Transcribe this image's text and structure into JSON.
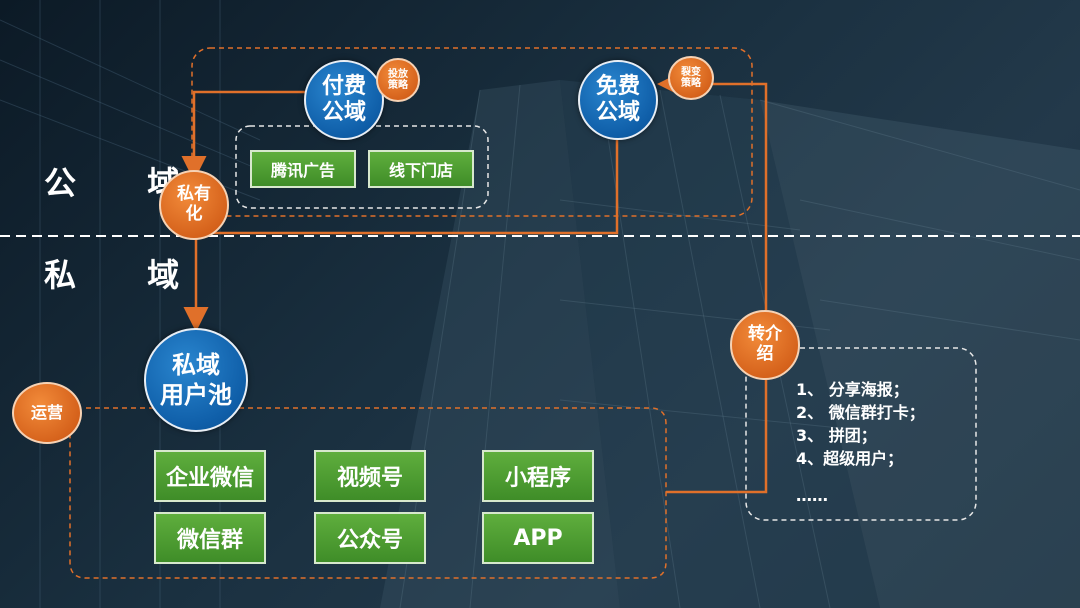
{
  "zones": {
    "public": "公 域",
    "private": "私 域"
  },
  "nodes": {
    "paid_public": [
      "付费",
      "公域"
    ],
    "free_public": [
      "免费",
      "公域"
    ],
    "private_pool": [
      "私域",
      "用户池"
    ],
    "privatize": [
      "私有",
      "化"
    ],
    "referral": [
      "转介",
      "绍"
    ],
    "operation": "运营",
    "ad_strategy": [
      "投放",
      "策略"
    ],
    "fission_strategy": [
      "裂变",
      "策略"
    ]
  },
  "paid_channels": [
    "腾讯广告",
    "线下门店"
  ],
  "private_channels": [
    [
      "企业微信",
      "视频号",
      "小程序"
    ],
    [
      "微信群",
      "公众号",
      "APP"
    ]
  ],
  "referral_methods": [
    "1、 分享海报；",
    "2、 微信群打卡；",
    "3、 拼团；",
    "4、超级用户；",
    "……"
  ],
  "colors": {
    "accent_orange": "#e0702a",
    "node_blue": "#0f5ea8",
    "channel_green": "#4a9a30",
    "background": "#1a2d3b"
  }
}
